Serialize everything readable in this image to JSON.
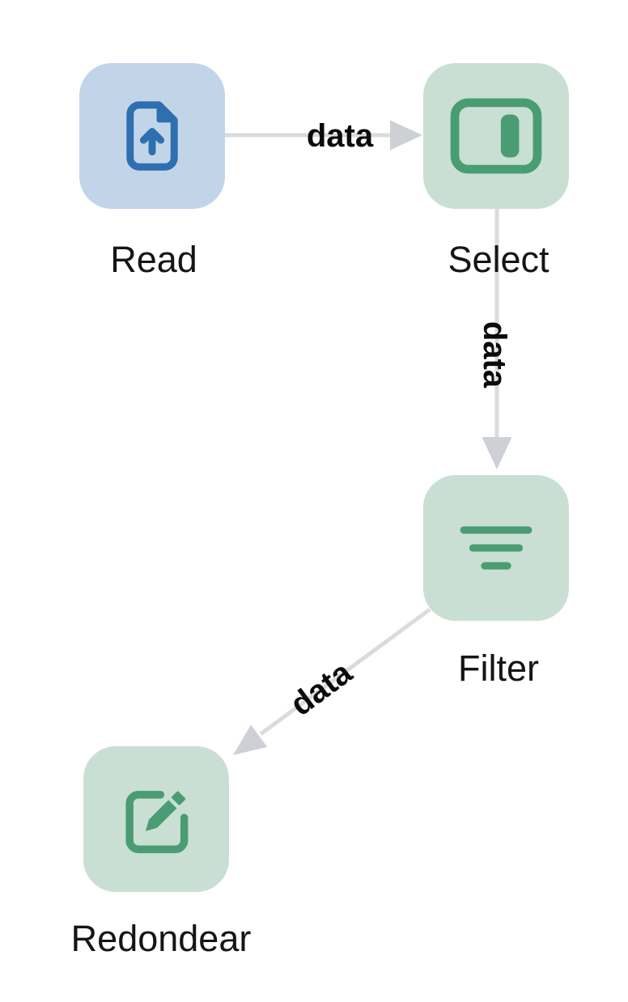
{
  "app": {
    "view": "workflow-canvas"
  },
  "colors": {
    "canvas_bg": "#ffffff",
    "read_node_bg": "#c2d5e8",
    "read_icon": "#2e6fb0",
    "green_node_bg": "#c9dfd3",
    "green_icon": "#4a9c72",
    "edge_line": "#d9dbde",
    "edge_arrow": "#cdd1d6",
    "node_label_color": "#151515",
    "edge_label_color": "#0b0b0b"
  },
  "nodes": [
    {
      "id": "read",
      "label": "Read",
      "icon": "file-upload-icon",
      "accent": "blue"
    },
    {
      "id": "select",
      "label": "Select",
      "icon": "column-select-icon",
      "accent": "green"
    },
    {
      "id": "filter",
      "label": "Filter",
      "icon": "filter-lines-icon",
      "accent": "green"
    },
    {
      "id": "redondear",
      "label": "Redondear",
      "icon": "edit-pencil-icon",
      "accent": "green"
    }
  ],
  "edges": [
    {
      "from": "read",
      "to": "select",
      "label": "data",
      "direction": "right"
    },
    {
      "from": "select",
      "to": "filter",
      "label": "data",
      "direction": "down"
    },
    {
      "from": "filter",
      "to": "redondear",
      "label": "data",
      "direction": "down-left"
    }
  ]
}
